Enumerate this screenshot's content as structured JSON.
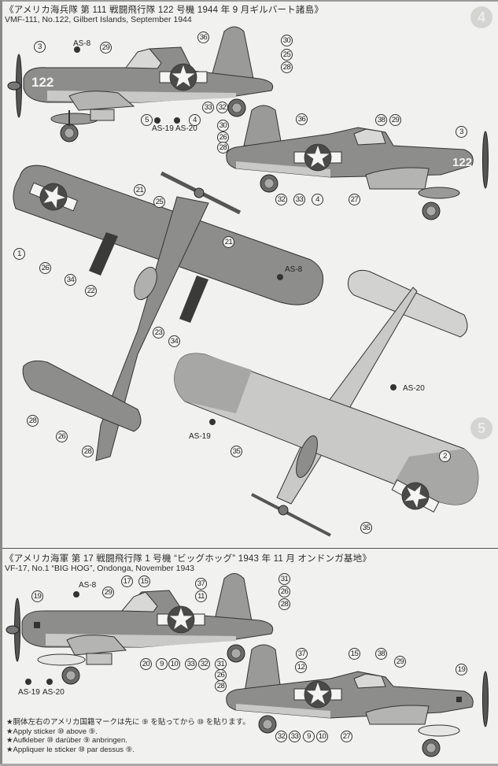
{
  "sections": [
    {
      "title_jp": "《アメリカ海兵隊 第 111 戦闘飛行隊 122 号機 1944 年 9 月ギルバート諸島》",
      "title_en": "VMF-111, No.122, Gilbert Islands, September 1944",
      "aircraft_number": "122",
      "views": {
        "left_side": {
          "callouts": [
            "3",
            "29",
            "36",
            "30",
            "25",
            "28",
            "5",
            "4",
            "33",
            "32"
          ],
          "stickers": [
            "AS-8",
            "AS-19",
            "AS-20"
          ]
        },
        "right_side": {
          "callouts": [
            "36",
            "30",
            "26",
            "28",
            "38",
            "29",
            "3",
            "32",
            "33",
            "4",
            "27"
          ]
        },
        "top": {
          "callouts": [
            "21",
            "25",
            "21",
            "1",
            "26",
            "34",
            "22",
            "23",
            "34",
            "28",
            "26",
            "28"
          ],
          "stickers": [
            "AS-8"
          ]
        },
        "bottom": {
          "callouts": [
            "2",
            "35",
            "35"
          ],
          "stickers": [
            "AS-20",
            "AS-19"
          ]
        }
      }
    },
    {
      "title_jp": "《アメリカ海軍 第 17 戦闘飛行隊 1 号機 “ビッグホッグ” 1943 年 11 月 オンドンガ基地》",
      "title_en": "VF-17, No.1 “BIG HOG”, Ondonga, November 1943",
      "views": {
        "left_side": {
          "callouts": [
            "19",
            "29",
            "17",
            "15",
            "37",
            "11",
            "31",
            "26",
            "28",
            "20",
            "9",
            "10",
            "33",
            "32"
          ],
          "stickers": [
            "AS-8",
            "AS-19",
            "AS-20"
          ]
        },
        "right_side": {
          "callouts": [
            "37",
            "31",
            "12",
            "26",
            "28",
            "15",
            "38",
            "29",
            "19",
            "32",
            "33",
            "9",
            "10",
            "27"
          ]
        }
      }
    }
  ],
  "notes": [
    "★胴体左右のアメリカ国籍マークは先に ⑨ を貼ってから ⑩ を貼ります。",
    "★Apply sticker ⑩ above ⑨.",
    "★Aufkleber ⑩ darüber ⑨ anbringen.",
    "★Appliquer le sticker ⑩ par dessus ⑨."
  ],
  "ghost_step_numbers": [
    "4",
    "5"
  ],
  "colors": {
    "paper": "#f1f1ef",
    "camo_dark": "#8d8d8b",
    "camo_mid": "#a7a7a5",
    "camo_light": "#c9c9c7",
    "insignia_dark": "#4a4a48",
    "line": "#333333"
  }
}
